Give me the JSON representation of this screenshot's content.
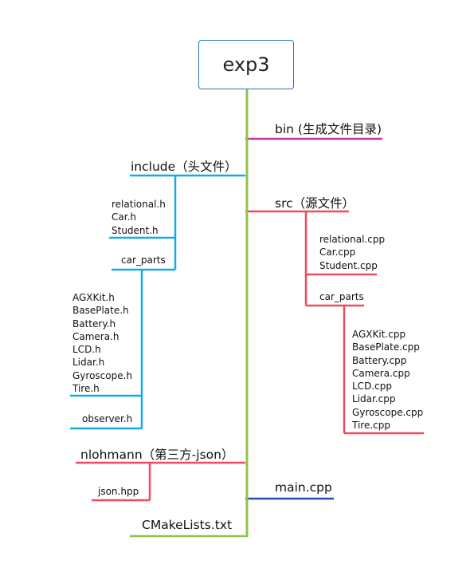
{
  "root": {
    "label": "exp3"
  },
  "branches": {
    "bin": {
      "label": "bin (生成文件目录)",
      "color": "#c0399e"
    },
    "include": {
      "label": "include（头文件）",
      "color": "#17a9e6",
      "files": [
        "relational.h",
        "Car.h",
        "Student.h"
      ],
      "subfolder": {
        "label": "car_parts",
        "files": [
          "AGXKit.h",
          "BasePlate.h",
          "Battery.h",
          "Camera.h",
          "LCD.h",
          "Lidar.h",
          "Gyroscope.h",
          "Tire.h"
        ]
      },
      "extra_file": "observer.h"
    },
    "src": {
      "label": "src（源文件）",
      "color": "#ee4c5e",
      "files": [
        "relational.cpp",
        "Car.cpp",
        "Student.cpp"
      ],
      "subfolder": {
        "label": "car_parts",
        "files": [
          "AGXKit.cpp",
          "BasePlate.cpp",
          "Battery.cpp",
          "Camera.cpp",
          "LCD.cpp",
          "Lidar.cpp",
          "Gyroscope.cpp",
          "Tire.cpp"
        ]
      }
    },
    "nlohmann": {
      "label": "nlohmann（第三方-json）",
      "color": "#ee4c5e",
      "files": [
        "json.hpp"
      ]
    },
    "main": {
      "label": "main.cpp",
      "color": "#2a4db5"
    },
    "cmake": {
      "label": "CMakeLists.txt",
      "color": "#8cc44a"
    }
  }
}
